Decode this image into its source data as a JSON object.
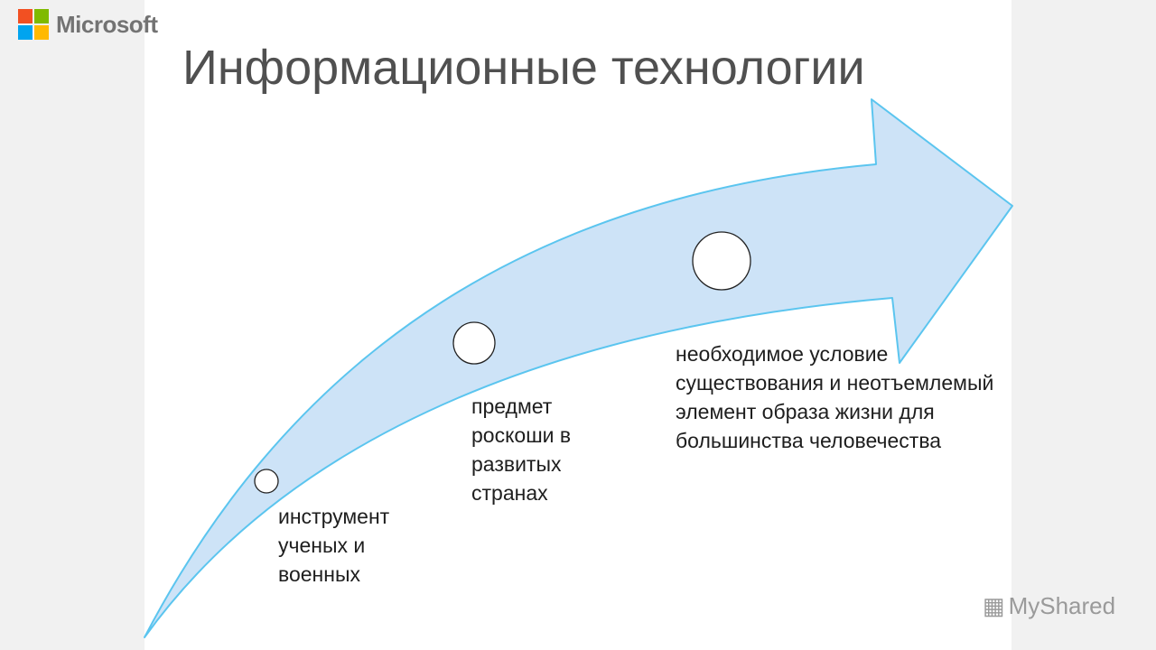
{
  "logo": {
    "text": "Microsoft",
    "colors": [
      "#f25022",
      "#7fba00",
      "#00a4ef",
      "#ffb900"
    ]
  },
  "title": "Информационные технологии",
  "diagram": {
    "arrow_fill": "#cde3f7",
    "arrow_stroke": "#5bc5ef",
    "stages": [
      {
        "label": "инструмент ученых и военных"
      },
      {
        "label": "предмет роскоши в развитых странах"
      },
      {
        "label": "необходимое условие существования и неотъемлемый элемент образа жизни для большинства человечества"
      }
    ]
  },
  "watermark": {
    "text": "MyShared",
    "icon": "presentation-icon"
  }
}
